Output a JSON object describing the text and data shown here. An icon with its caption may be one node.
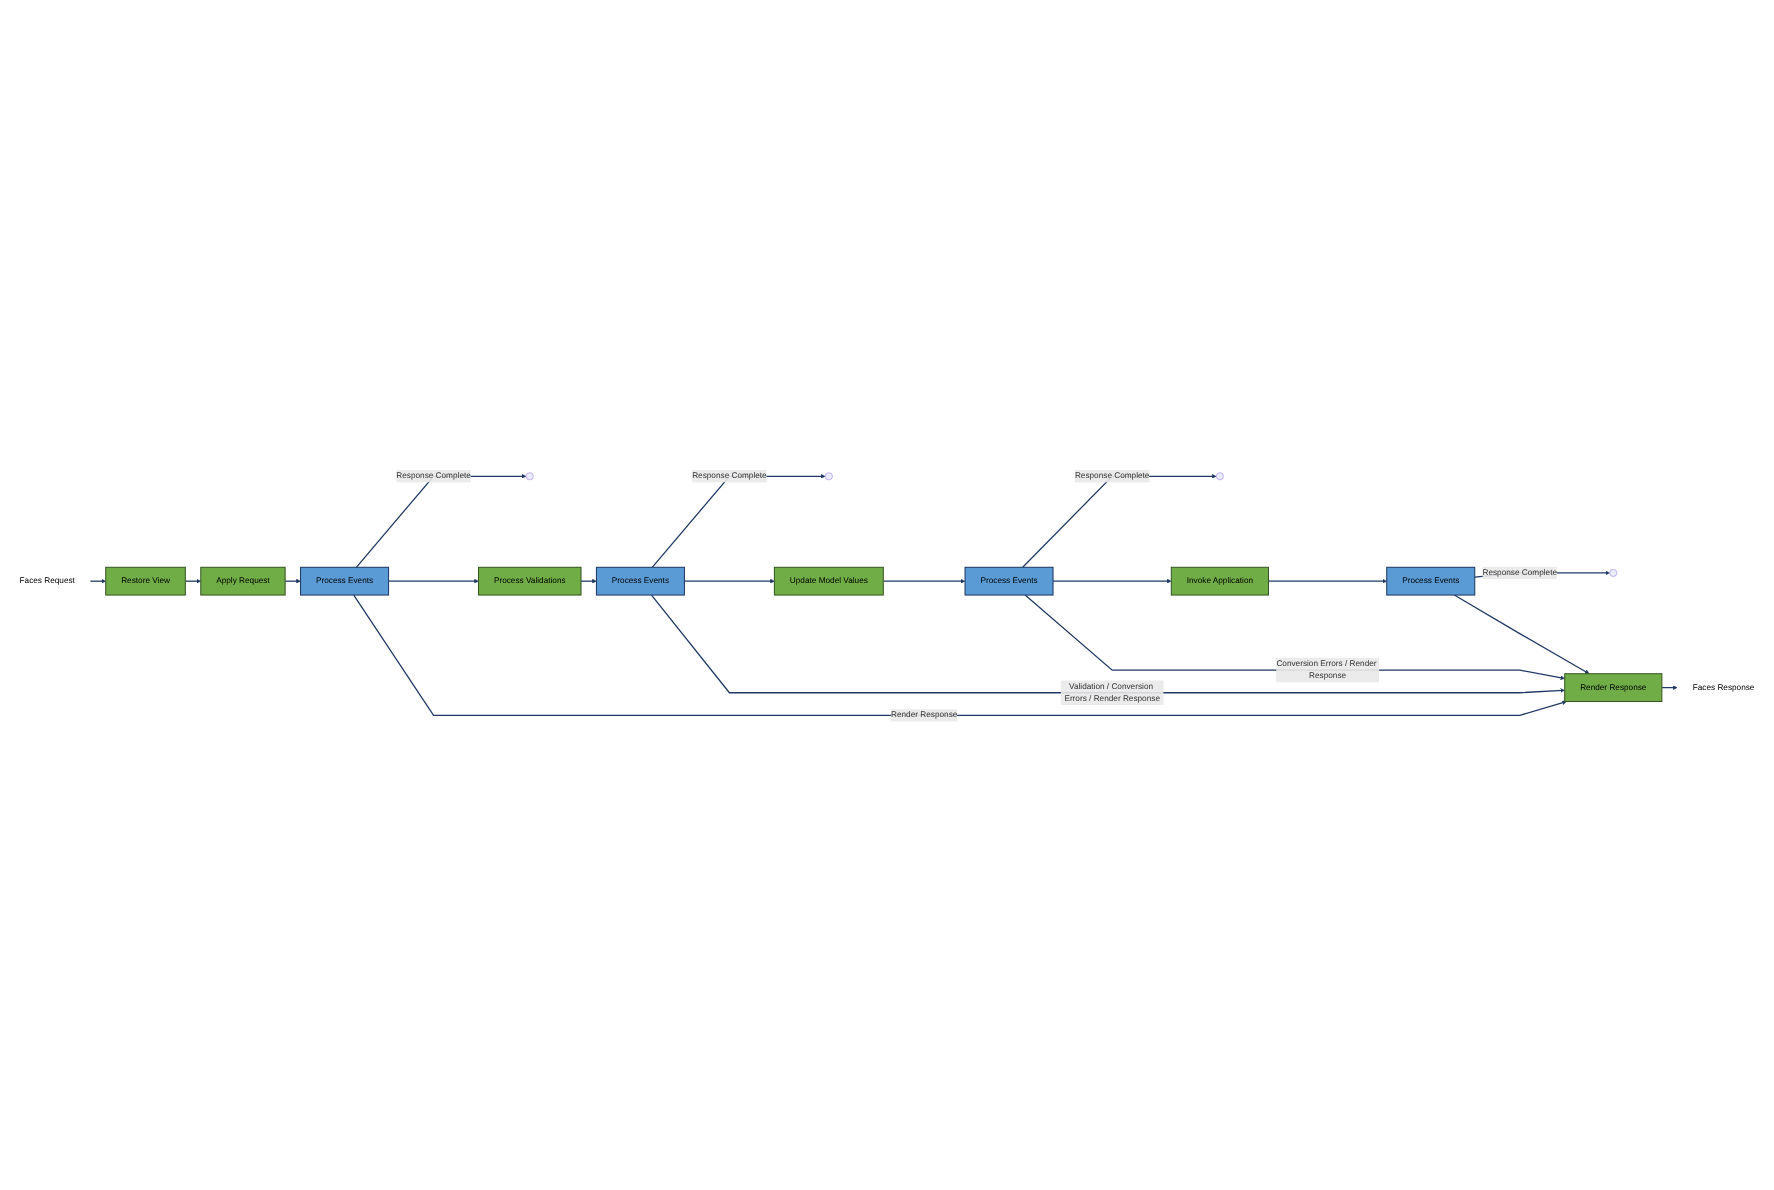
{
  "diagram": {
    "nodes": [
      {
        "text": [
          "Faces Request"
        ]
      },
      {
        "text": [
          "Restore View"
        ]
      },
      {
        "text": [
          "Apply Request"
        ]
      },
      {
        "text": [
          "Process Events"
        ]
      },
      {
        "text": [
          "Process Validations"
        ]
      },
      {
        "text": [
          "Process Events"
        ]
      },
      {
        "text": [
          "Update Model Values"
        ]
      },
      {
        "text": [
          "Process Events"
        ]
      },
      {
        "text": [
          "Invoke Application"
        ]
      },
      {
        "text": [
          "Process Events"
        ]
      },
      {
        "text": [
          "Render Response"
        ]
      },
      {
        "text": [
          "Faces Response"
        ]
      }
    ],
    "edges": [
      {
        "from": 0,
        "to": 1,
        "arrow": "to"
      },
      {
        "from": 1,
        "to": 2,
        "arrow": "to"
      },
      {
        "from": 2,
        "to": 3,
        "arrow": "to"
      },
      {
        "from": 3,
        "to": null,
        "arrow": "to",
        "label": "Response Complete"
      },
      {
        "from": 3,
        "to": 4,
        "arrow": "to"
      },
      {
        "from": 3,
        "to": 10,
        "arrow": "to",
        "label": "Render Response"
      },
      {
        "from": 4,
        "to": 5,
        "arrow": "to"
      },
      {
        "from": 5,
        "to": null,
        "arrow": "to",
        "label": "Response Complete"
      },
      {
        "from": 5,
        "to": 6,
        "arrow": "to"
      },
      {
        "from": 5,
        "to": 10,
        "arrow": "to",
        "label": "Validation / Conversion Errors / Render Response"
      },
      {
        "from": 6,
        "to": 7,
        "arrow": "to"
      },
      {
        "from": 7,
        "to": null,
        "arrow": "to",
        "label": "Response Complete"
      },
      {
        "from": 7,
        "to": 8,
        "arrow": "to"
      },
      {
        "from": 7,
        "to": 10,
        "arrow": "to",
        "label": "Conversion Errors / Render Response"
      },
      {
        "from": 8,
        "to": 9,
        "arrow": "to"
      },
      {
        "from": 9,
        "to": null,
        "arrow": "to",
        "label": "Response Complete"
      },
      {
        "from": 9,
        "to": 10,
        "arrow": "to"
      },
      {
        "from": 10,
        "to": 11,
        "arrow": "to"
      }
    ]
  }
}
